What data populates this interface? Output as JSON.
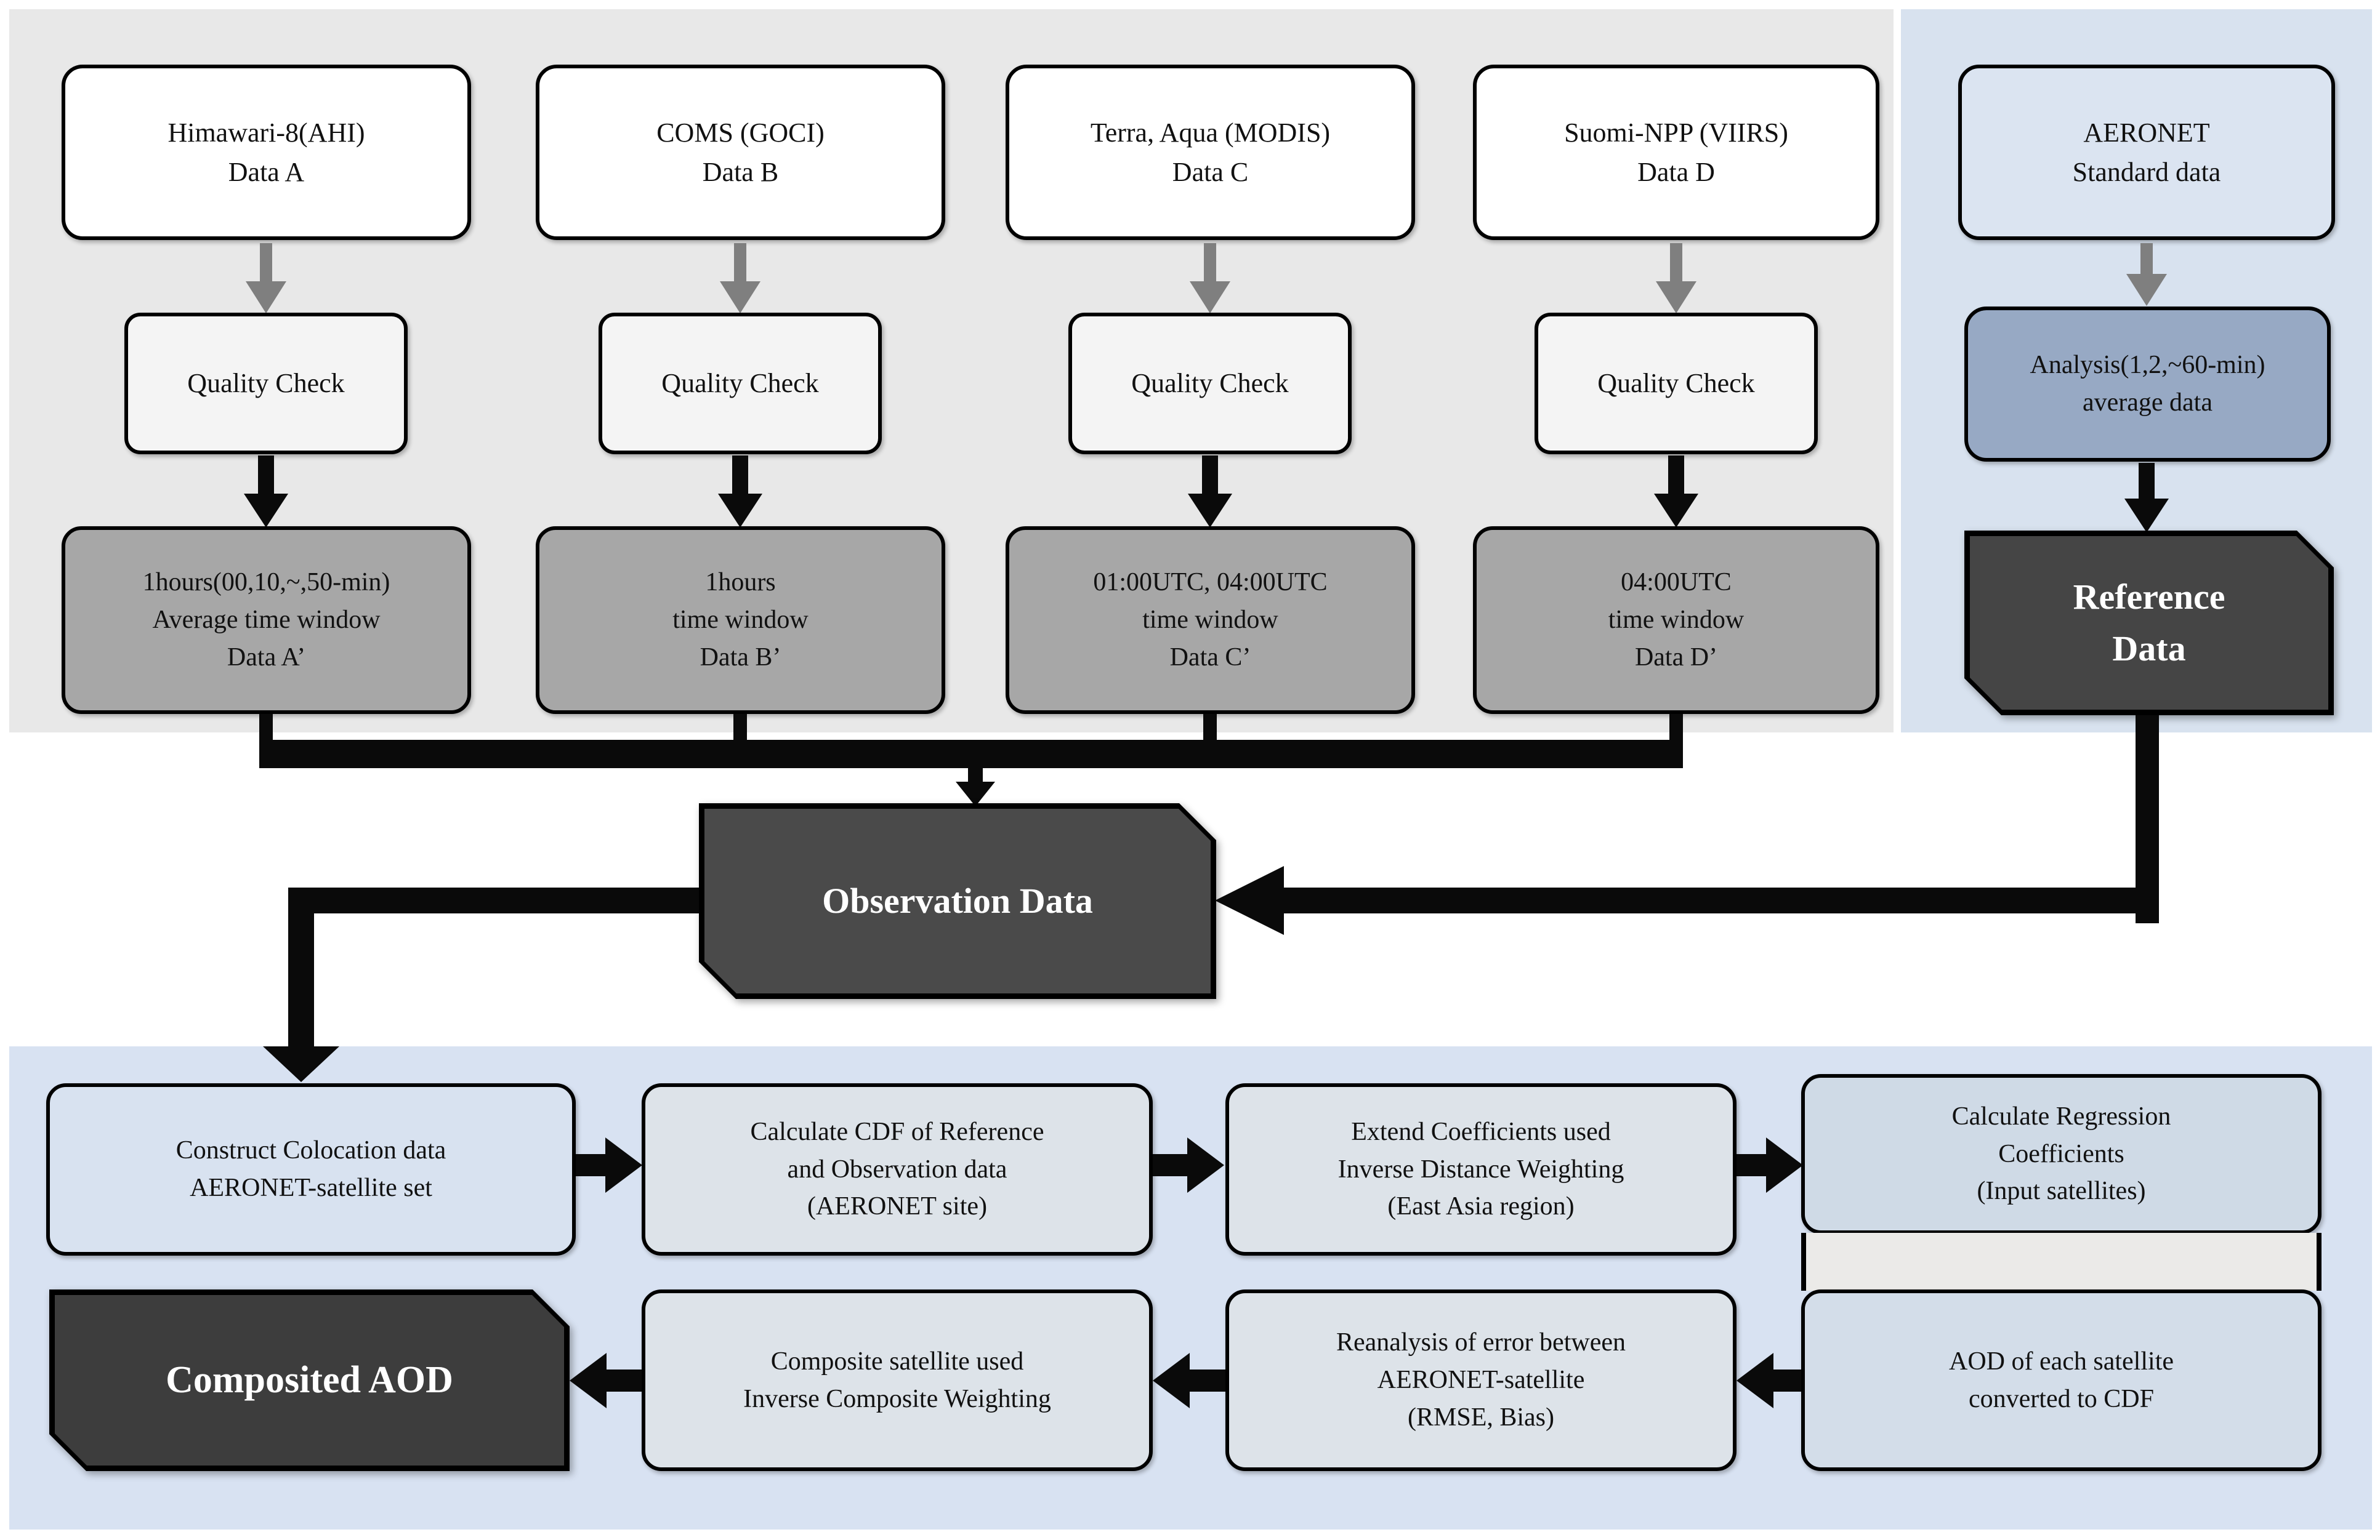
{
  "colors": {
    "panel_gray": "#e8e8e8",
    "panel_blue_top": "#d8e2ef",
    "panel_blue_bottom": "#d8e2f2",
    "source_box_fill": "#ffffff",
    "quality_box_fill": "#f4f4f4",
    "time_window_fill": "#a7a7a7",
    "aeronet_box_fill": "#dbe4f1",
    "analysis_box_fill": "#97a9c4",
    "observation_box_fill": "#4a4a4a",
    "reference_box_fill": "#454545",
    "composited_box_fill": "#3d3d3d",
    "process_box_fill": "#dde3e9",
    "connector_black": "#0a0a0a",
    "connector_gray": "#7f7f7f"
  },
  "satellite_columns": [
    {
      "id": "A",
      "source_label": "Himawari-8(AHI)\nData A",
      "quality_label": "Quality Check",
      "time_window_label": "1hours(00,10,~,50-min)\nAverage time window\nData A’"
    },
    {
      "id": "B",
      "source_label": "COMS (GOCI)\nData B",
      "quality_label": "Quality Check",
      "time_window_label": "1hours\ntime window\nData B’"
    },
    {
      "id": "C",
      "source_label": "Terra, Aqua (MODIS)\nData C",
      "quality_label": "Quality Check",
      "time_window_label": "01:00UTC, 04:00UTC\ntime window\nData C’"
    },
    {
      "id": "D",
      "source_label": "Suomi-NPP (VIIRS)\nData D",
      "quality_label": "Quality Check",
      "time_window_label": "04:00UTC\ntime window\nData D’"
    }
  ],
  "reference_branch": {
    "source_label": "AERONET\nStandard data",
    "analysis_label": "Analysis(1,2,~60-min)\naverage data",
    "reference_label": "Reference\nData"
  },
  "merge": {
    "observation_label": "Observation Data"
  },
  "calibration_row": [
    {
      "label": "Construct Colocation data\nAERONET-satellite set"
    },
    {
      "label": "Calculate CDF of Reference\nand Observation data\n(AERONET site)"
    },
    {
      "label": "Extend Coefficients used\nInverse Distance Weighting\n(East Asia region)"
    },
    {
      "label": "Calculate Regression\nCoefficients\n(Input satellites)"
    }
  ],
  "composite_row": [
    {
      "label": "Composited AOD"
    },
    {
      "label": "Composite satellite used\nInverse Composite Weighting"
    },
    {
      "label": "Reanalysis of error between\nAERONET-satellite\n(RMSE, Bias)"
    },
    {
      "label": "AOD of each satellite\nconverted to CDF"
    }
  ]
}
